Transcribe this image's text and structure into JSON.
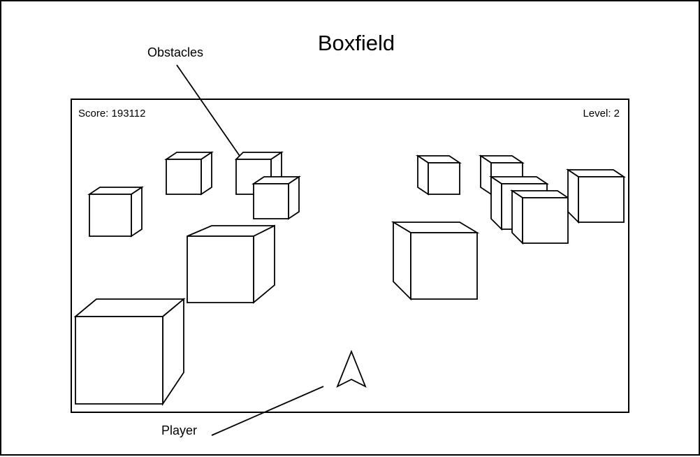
{
  "title": "Boxfield",
  "hud": {
    "score_label": "Score: 193112",
    "level_label": "Level: 2"
  },
  "callouts": {
    "obstacles": "Obstacles",
    "player": "Player"
  },
  "icons": {
    "obstacle": "cube-icon",
    "player": "arrow-ship-icon"
  },
  "colors": {
    "background": "#ffffff",
    "stroke": "#000000"
  }
}
